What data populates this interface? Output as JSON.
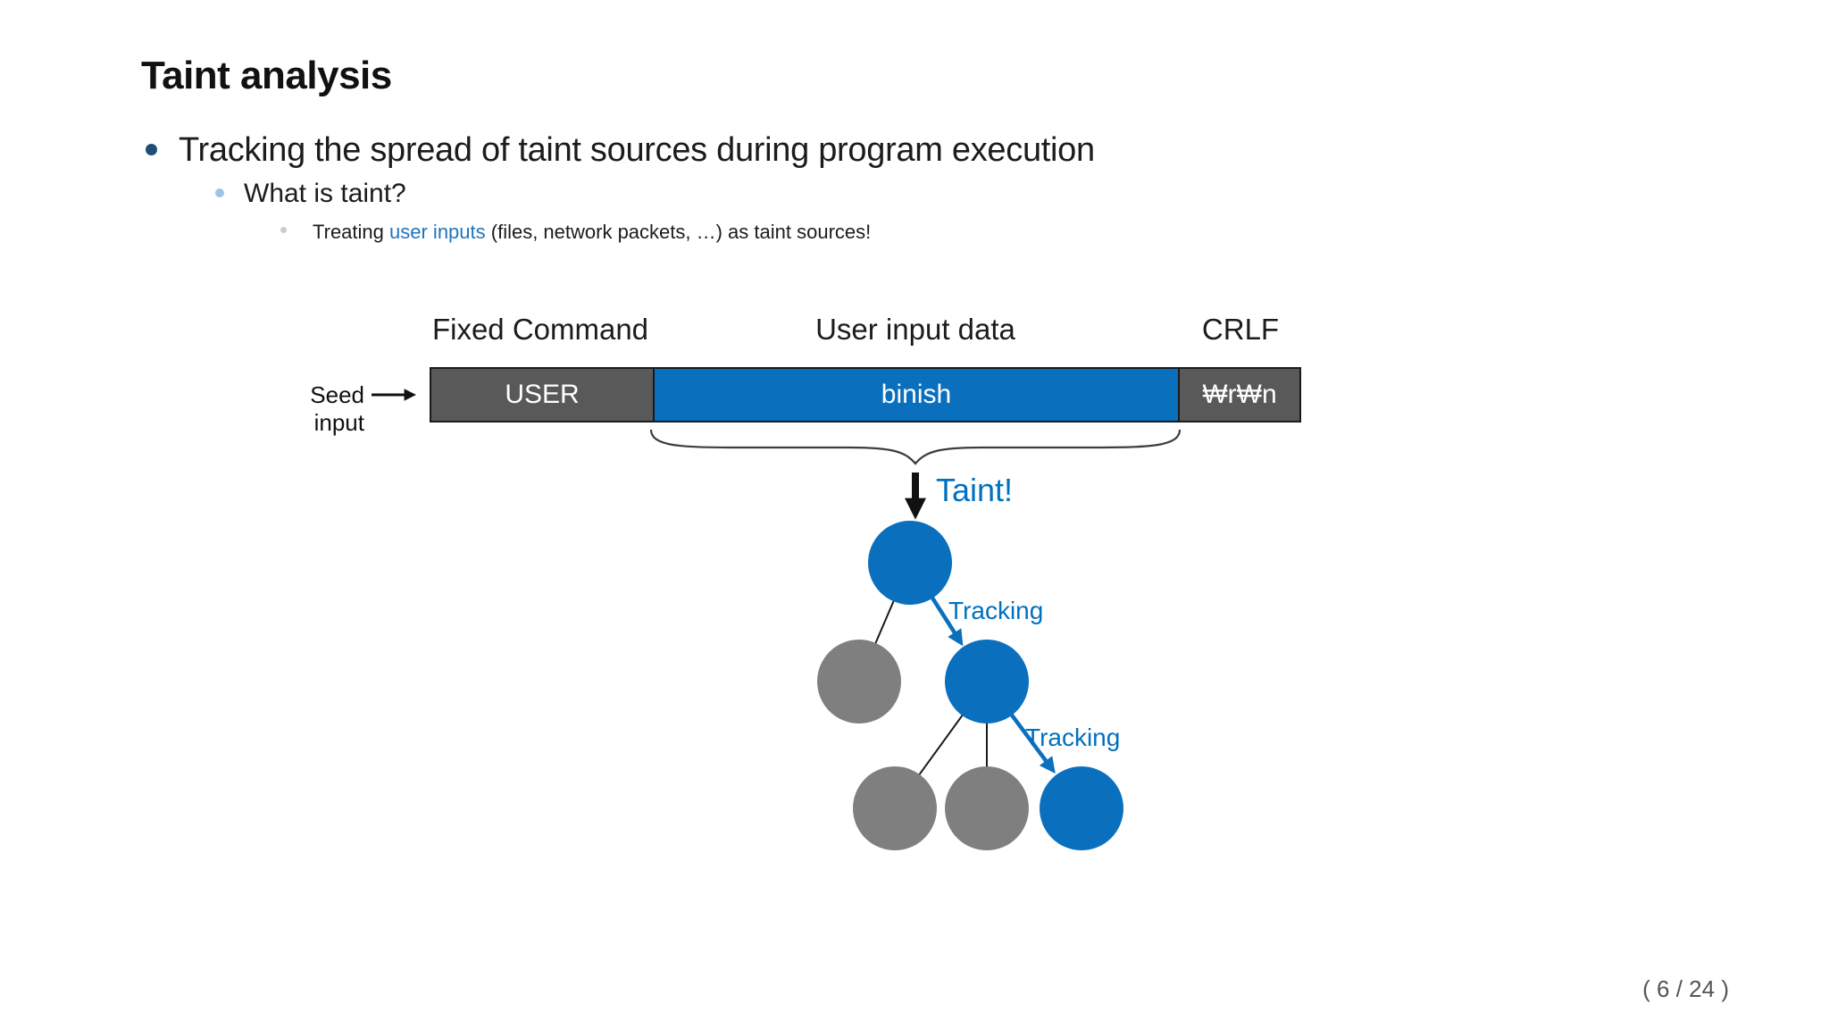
{
  "slide": {
    "title": "Taint analysis",
    "bullets": {
      "level1": "Tracking the spread of taint sources during program execution",
      "level2": "What is taint?",
      "level3_prefix": "Treating ",
      "level3_highlight": "user inputs",
      "level3_suffix": " (files, network packets, …) as taint sources!"
    },
    "page_indicator": "( 6 / 24 )"
  },
  "diagram": {
    "segment_labels": [
      "Fixed Command",
      "User input data",
      "CRLF"
    ],
    "seed_label": "Seed input",
    "bar_segments": [
      {
        "text": "USER"
      },
      {
        "text": "binish"
      },
      {
        "text": "₩r₩n"
      }
    ],
    "taint_label": "Taint!",
    "tracking_label_1": "Tracking",
    "tracking_label_2": "Tracking",
    "colors": {
      "taint_blue": "#0A70BD",
      "node_gray": "#7F7F7F",
      "bar_gray": "#595959",
      "bullet_navy": "#1F4E79",
      "bullet_light_blue": "#9DC3E6",
      "link_blue": "#2175BC"
    }
  }
}
